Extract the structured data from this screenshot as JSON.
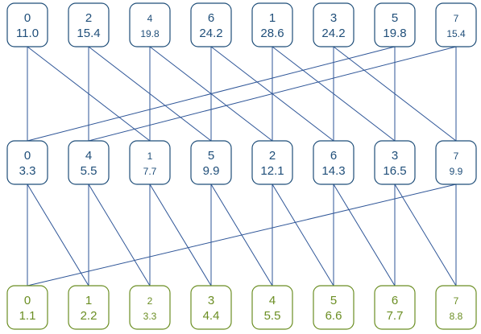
{
  "colors": {
    "blue_node": "#1f4e79",
    "blue_text": "#1f4e79",
    "blue_edge": "#2e5597",
    "green_node": "#6b8e23",
    "green_text": "#6b8e23"
  },
  "rows": [
    {
      "id": "top",
      "style": "blue",
      "nodes": [
        {
          "index": "0",
          "value": "11.0"
        },
        {
          "index": "2",
          "value": "15.4"
        },
        {
          "index": "4",
          "value": "19.8"
        },
        {
          "index": "6",
          "value": "24.2"
        },
        {
          "index": "1",
          "value": "28.6"
        },
        {
          "index": "3",
          "value": "24.2"
        },
        {
          "index": "5",
          "value": "19.8"
        },
        {
          "index": "7",
          "value": "15.4"
        }
      ]
    },
    {
      "id": "middle",
      "style": "blue",
      "nodes": [
        {
          "index": "0",
          "value": "3.3"
        },
        {
          "index": "4",
          "value": "5.5"
        },
        {
          "index": "1",
          "value": "7.7"
        },
        {
          "index": "5",
          "value": "9.9"
        },
        {
          "index": "2",
          "value": "12.1"
        },
        {
          "index": "6",
          "value": "14.3"
        },
        {
          "index": "3",
          "value": "16.5"
        },
        {
          "index": "7",
          "value": "9.9"
        }
      ]
    },
    {
      "id": "bottom",
      "style": "green",
      "nodes": [
        {
          "index": "0",
          "value": "1.1"
        },
        {
          "index": "1",
          "value": "2.2"
        },
        {
          "index": "2",
          "value": "3.3"
        },
        {
          "index": "3",
          "value": "4.4"
        },
        {
          "index": "4",
          "value": "5.5"
        },
        {
          "index": "5",
          "value": "6.6"
        },
        {
          "index": "6",
          "value": "7.7"
        },
        {
          "index": "7",
          "value": "8.8"
        }
      ]
    }
  ],
  "edges": [
    {
      "from": [
        "top",
        0
      ],
      "to": [
        "middle",
        0
      ]
    },
    {
      "from": [
        "top",
        0
      ],
      "to": [
        "middle",
        2
      ]
    },
    {
      "from": [
        "top",
        1
      ],
      "to": [
        "middle",
        1
      ]
    },
    {
      "from": [
        "top",
        1
      ],
      "to": [
        "middle",
        3
      ]
    },
    {
      "from": [
        "top",
        2
      ],
      "to": [
        "middle",
        2
      ]
    },
    {
      "from": [
        "top",
        2
      ],
      "to": [
        "middle",
        4
      ]
    },
    {
      "from": [
        "top",
        3
      ],
      "to": [
        "middle",
        3
      ]
    },
    {
      "from": [
        "top",
        3
      ],
      "to": [
        "middle",
        5
      ]
    },
    {
      "from": [
        "top",
        4
      ],
      "to": [
        "middle",
        4
      ]
    },
    {
      "from": [
        "top",
        4
      ],
      "to": [
        "middle",
        6
      ]
    },
    {
      "from": [
        "top",
        5
      ],
      "to": [
        "middle",
        5
      ]
    },
    {
      "from": [
        "top",
        5
      ],
      "to": [
        "middle",
        7
      ]
    },
    {
      "from": [
        "top",
        6
      ],
      "to": [
        "middle",
        6
      ]
    },
    {
      "from": [
        "top",
        6
      ],
      "to": [
        "middle",
        0
      ]
    },
    {
      "from": [
        "top",
        7
      ],
      "to": [
        "middle",
        7
      ]
    },
    {
      "from": [
        "top",
        7
      ],
      "to": [
        "middle",
        1
      ]
    },
    {
      "from": [
        "middle",
        0
      ],
      "to": [
        "bottom",
        0
      ]
    },
    {
      "from": [
        "middle",
        0
      ],
      "to": [
        "bottom",
        1
      ]
    },
    {
      "from": [
        "middle",
        1
      ],
      "to": [
        "bottom",
        1
      ]
    },
    {
      "from": [
        "middle",
        1
      ],
      "to": [
        "bottom",
        2
      ]
    },
    {
      "from": [
        "middle",
        2
      ],
      "to": [
        "bottom",
        2
      ]
    },
    {
      "from": [
        "middle",
        2
      ],
      "to": [
        "bottom",
        3
      ]
    },
    {
      "from": [
        "middle",
        3
      ],
      "to": [
        "bottom",
        3
      ]
    },
    {
      "from": [
        "middle",
        3
      ],
      "to": [
        "bottom",
        4
      ]
    },
    {
      "from": [
        "middle",
        4
      ],
      "to": [
        "bottom",
        4
      ]
    },
    {
      "from": [
        "middle",
        4
      ],
      "to": [
        "bottom",
        5
      ]
    },
    {
      "from": [
        "middle",
        5
      ],
      "to": [
        "bottom",
        5
      ]
    },
    {
      "from": [
        "middle",
        5
      ],
      "to": [
        "bottom",
        6
      ]
    },
    {
      "from": [
        "middle",
        6
      ],
      "to": [
        "bottom",
        6
      ]
    },
    {
      "from": [
        "middle",
        6
      ],
      "to": [
        "bottom",
        7
      ]
    },
    {
      "from": [
        "middle",
        7
      ],
      "to": [
        "bottom",
        7
      ]
    },
    {
      "from": [
        "middle",
        7
      ],
      "to": [
        "bottom",
        0
      ]
    }
  ]
}
